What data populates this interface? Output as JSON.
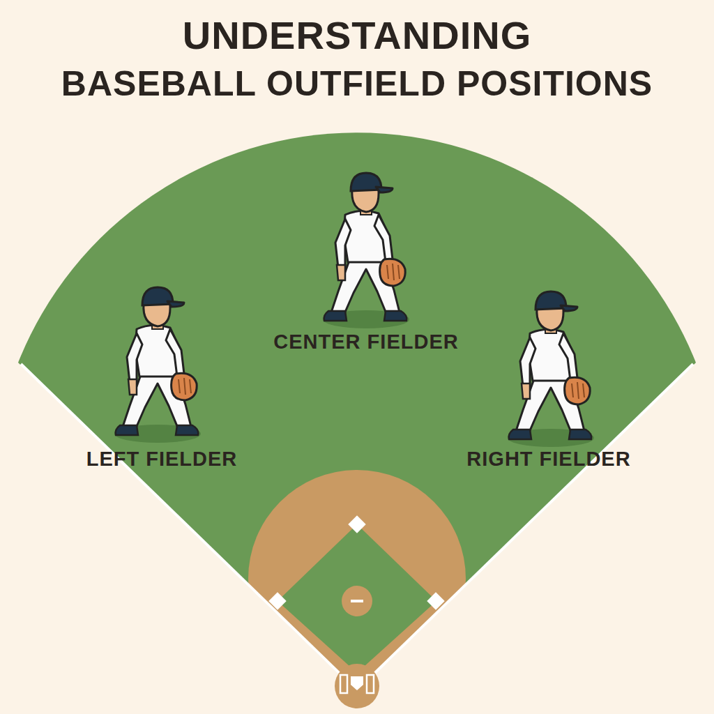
{
  "diagram": {
    "title": "UNDERSTANDING",
    "labels": [
      "BASEBALL OUTFIELD POSITIONS",
      "CENTER FIELDER",
      "LEFT FIELDER",
      "RIGHT FIELDER"
    ]
  }
}
